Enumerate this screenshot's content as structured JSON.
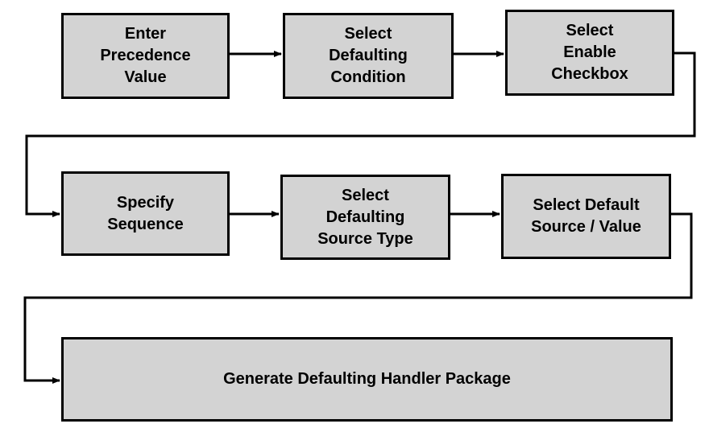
{
  "flowchart": {
    "steps": [
      {
        "label": "Enter\nPrecedence\nValue"
      },
      {
        "label": "Select\nDefaulting\nCondition"
      },
      {
        "label": "Select\nEnable\nCheckbox"
      },
      {
        "label": "Specify\nSequence"
      },
      {
        "label": "Select\nDefaulting\nSource Type"
      },
      {
        "label": "Select Default\nSource / Value"
      },
      {
        "label": "Generate Defaulting Handler Package"
      }
    ]
  },
  "colors": {
    "box_fill": "#d3d3d3",
    "stroke": "#000000",
    "background": "#ffffff"
  }
}
